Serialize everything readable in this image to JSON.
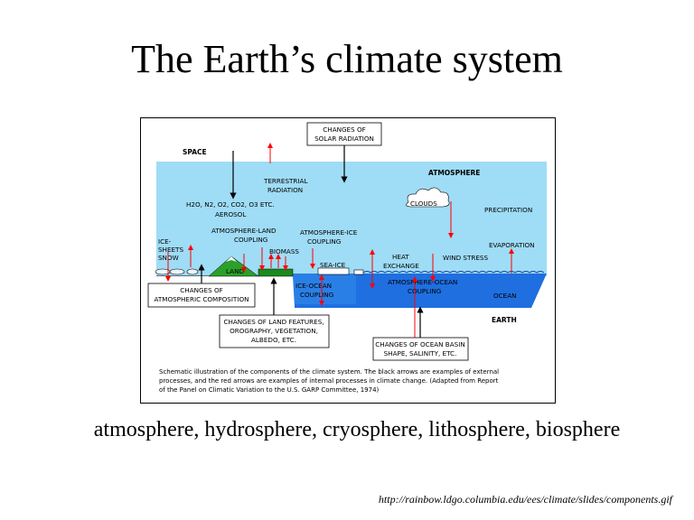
{
  "slide": {
    "title": "The Earth’s climate system",
    "subtitle": "atmosphere, hydrosphere, cryosphere, lithosphere, biosphere",
    "source_url": "http://rainbow.ldgo.columbia.edu/ees/climate/slides/components.gif"
  },
  "diagram": {
    "labels": {
      "changes_solar_1": "CHANGES OF",
      "changes_solar_2": "SOLAR RADIATION",
      "space": "SPACE",
      "atmosphere": "ATMOSPHERE",
      "terrestrial_1": "TERRESTRIAL",
      "terrestrial_2": "RADIATION",
      "gases": "H2O, N2, O2, CO2, O3 ETC.",
      "aerosol": "AEROSOL",
      "clouds": "CLOUDS",
      "precipitation": "PRECIPITATION",
      "atmos_land_1": "ATMOSPHERE-LAND",
      "atmos_land_2": "COUPLING",
      "atmos_ice_1": "ATMOSPHERE-ICE",
      "atmos_ice_2": "COUPLING",
      "ice_sheets_1": "ICE-",
      "ice_sheets_2": "SHEETS",
      "ice_sheets_3": "SNOW",
      "biomass": "BIOMASS",
      "evaporation": "EVAPORATION",
      "heat_1": "HEAT",
      "heat_2": "EXCHANGE",
      "wind_stress": "WIND STRESS",
      "land": "LAND",
      "sea_ice": "SEA-ICE",
      "ice_ocean_1": "ICE-OCEAN",
      "ice_ocean_2": "COUPLING",
      "atmos_ocean_1": "ATMOSPHERE-OCEAN",
      "atmos_ocean_2": "COUPLING",
      "ocean": "OCEAN",
      "earth": "EARTH",
      "atm_comp_1": "CHANGES OF",
      "atm_comp_2": "ATMOSPHERIC COMPOSITION",
      "land_feat_1": "CHANGES OF LAND FEATURES,",
      "land_feat_2": "OROGRAPHY, VEGETATION,",
      "land_feat_3": "ALBEDO, ETC.",
      "basin_1": "CHANGES OF OCEAN BASIN",
      "basin_2": "SHAPE, SALINITY, ETC."
    },
    "caption": [
      "Schematic illustration of the components of the climate system. The black arrows are examples of external",
      "processes, and the red arrows are examples of internal processes in climate change. (Adapted from Report",
      "of the Panel on Climatic Variation to the U.S. GARP Committee, 1974)"
    ],
    "colors": {
      "sky": "#9fdcf6",
      "ocean": "#1f6fe0",
      "land": "#2aa02a",
      "red_arrow": "#ff0000",
      "black_arrow": "#000000"
    }
  }
}
